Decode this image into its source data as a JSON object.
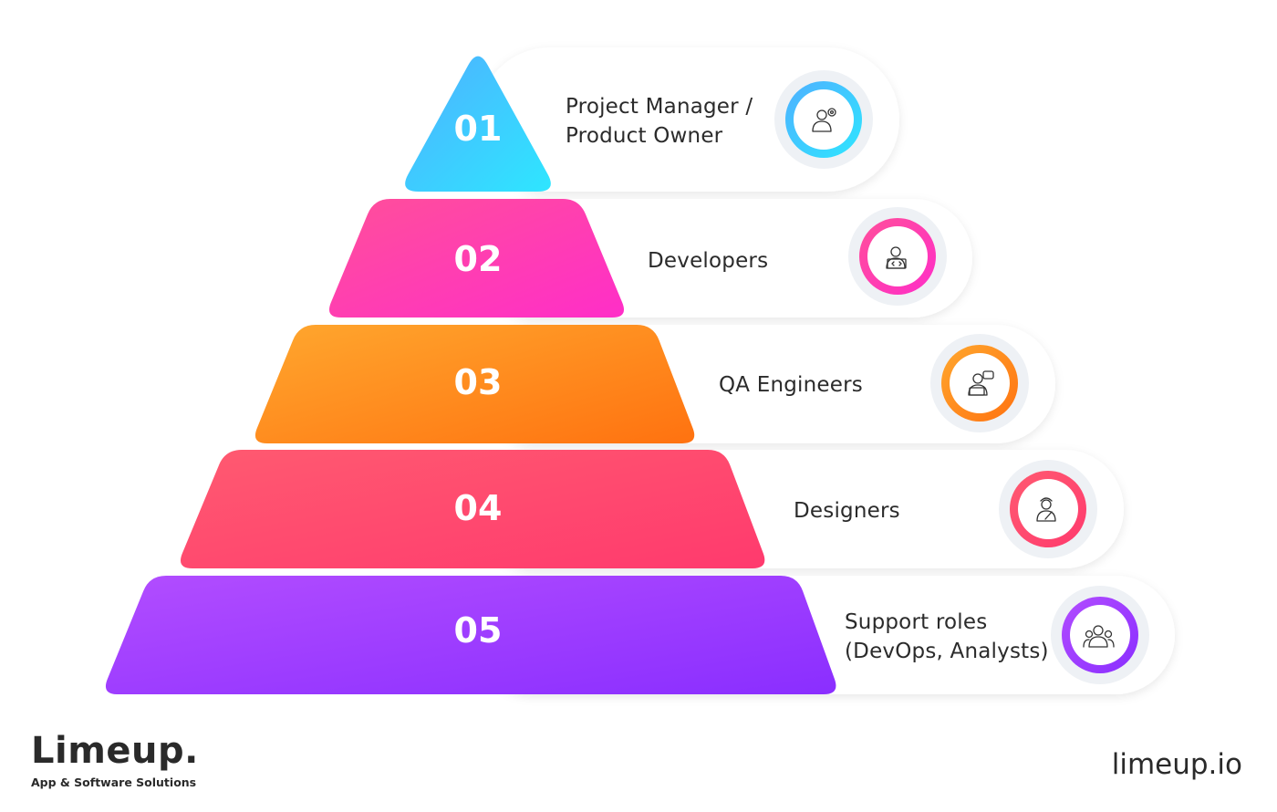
{
  "tiers": [
    {
      "number": "01",
      "label_lines": [
        "Project Manager /",
        "Product Owner"
      ],
      "icon": "project-manager-gear-icon",
      "color_start": "#4fb0ff",
      "color_end": "#2ee6ff"
    },
    {
      "number": "02",
      "label_lines": [
        "Developers"
      ],
      "icon": "developer-laptop-code-icon",
      "color_start": "#ff4f9a",
      "color_end": "#ff2ec8"
    },
    {
      "number": "03",
      "label_lines": [
        "QA Engineers"
      ],
      "icon": "qa-engineer-code-bubble-icon",
      "color_start": "#ffa72e",
      "color_end": "#ff7210"
    },
    {
      "number": "04",
      "label_lines": [
        "Designers"
      ],
      "icon": "designer-pencil-icon",
      "color_start": "#ff5a70",
      "color_end": "#ff3a6e"
    },
    {
      "number": "05",
      "label_lines": [
        "Support roles",
        "(DevOps, Analysts)"
      ],
      "icon": "support-team-group-icon",
      "color_start": "#b24dff",
      "color_end": "#8a2eff"
    }
  ],
  "brand": {
    "name": "Limeup.",
    "tagline": "App & Software Solutions"
  },
  "website": "limeup.io"
}
